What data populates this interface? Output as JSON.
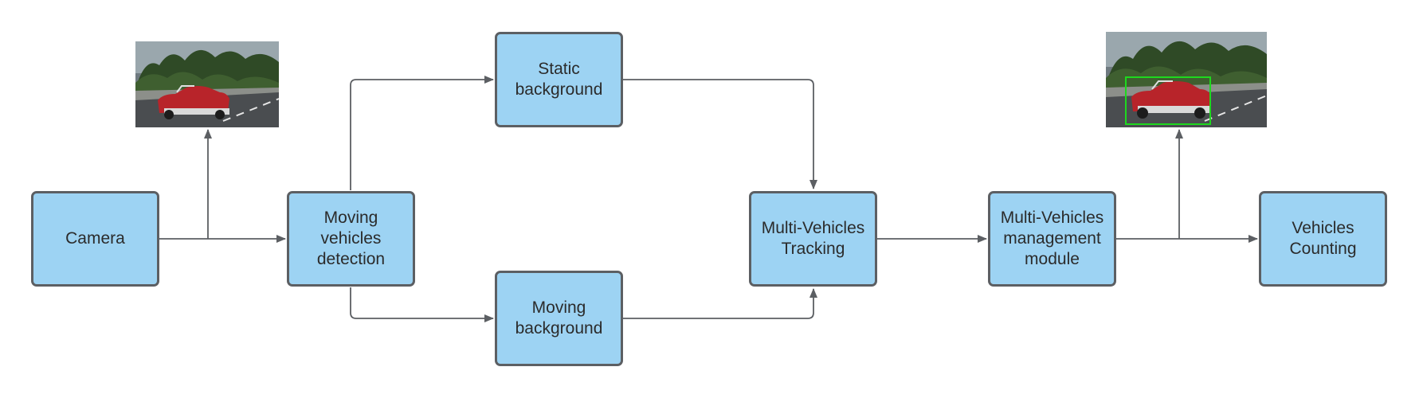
{
  "nodes": {
    "camera": "Camera",
    "detection": "Moving\nvehicles\ndetection",
    "static_bg": "Static\nbackground",
    "moving_bg": "Moving\nbackground",
    "tracking": "Multi-Vehicles\nTracking",
    "management": "Multi-Vehicles\nmanagement\nmodule",
    "counting": "Vehicles\nCounting"
  },
  "images": {
    "input_frame": "road-scene with red convertible car",
    "output_frame": "road-scene with red convertible car and green detection box"
  },
  "colors": {
    "node_fill": "#9dd3f3",
    "node_border": "#5c5f63",
    "arrow": "#5c5f63",
    "detection_box": "#1ed81e",
    "car": "#b8242a"
  }
}
